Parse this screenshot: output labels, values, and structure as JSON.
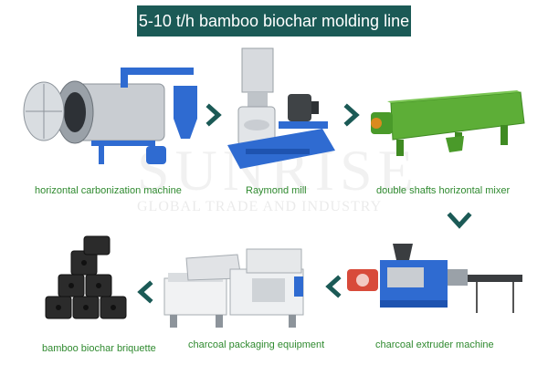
{
  "title": "5-10 t/h bamboo biochar molding line",
  "watermark": {
    "brand": "SUNRISE",
    "sub": "GLOBAL TRADE AND INDUSTRY"
  },
  "machines": [
    {
      "label": "horizontal carbonization machine",
      "icon": "carbonization-machine-icon"
    },
    {
      "label": "Raymond mill",
      "icon": "raymond-mill-icon"
    },
    {
      "label": "double shafts horizontal mixer",
      "icon": "horizontal-mixer-icon"
    },
    {
      "label": "charcoal extruder machine",
      "icon": "extruder-machine-icon"
    },
    {
      "label": "charcoal packaging equipment",
      "icon": "packaging-equipment-icon"
    },
    {
      "label": "bamboo biochar briquette",
      "icon": "briquette-icon"
    }
  ],
  "colors": {
    "title_bg": "#1b5a56",
    "label_text": "#2f8a2f",
    "arrow": "#1b5a56"
  }
}
